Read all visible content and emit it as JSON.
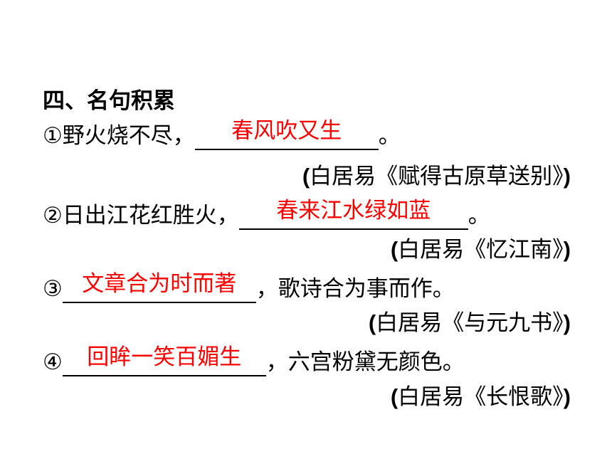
{
  "heading": "四、名句积累",
  "items": [
    {
      "prefix": "①野火烧不尽，",
      "answer": "春风吹又生",
      "suffix": "。",
      "source_open": "(",
      "source": "白居易《赋得古原草送别》",
      "source_close": ")"
    },
    {
      "prefix": "②日出江花红胜火，",
      "answer": "春来江水绿如蓝",
      "suffix": "。",
      "source_open": "(",
      "source": "白居易《忆江南》",
      "source_close": ")"
    },
    {
      "prefix": "③",
      "answer": "文章合为时而著",
      "suffix": "，歌诗合为事而作。",
      "source_open": "(",
      "source": "白居易《与元九书》",
      "source_close": ")"
    },
    {
      "prefix": "④",
      "answer": "回眸一笑百媚生",
      "suffix": "，六宫粉黛无颜色。",
      "source_open": "(",
      "source": "白居易《长恨歌》",
      "source_close": ")"
    }
  ],
  "colors": {
    "answer": "#ff0000",
    "text": "#000000",
    "background": "#ffffff"
  }
}
